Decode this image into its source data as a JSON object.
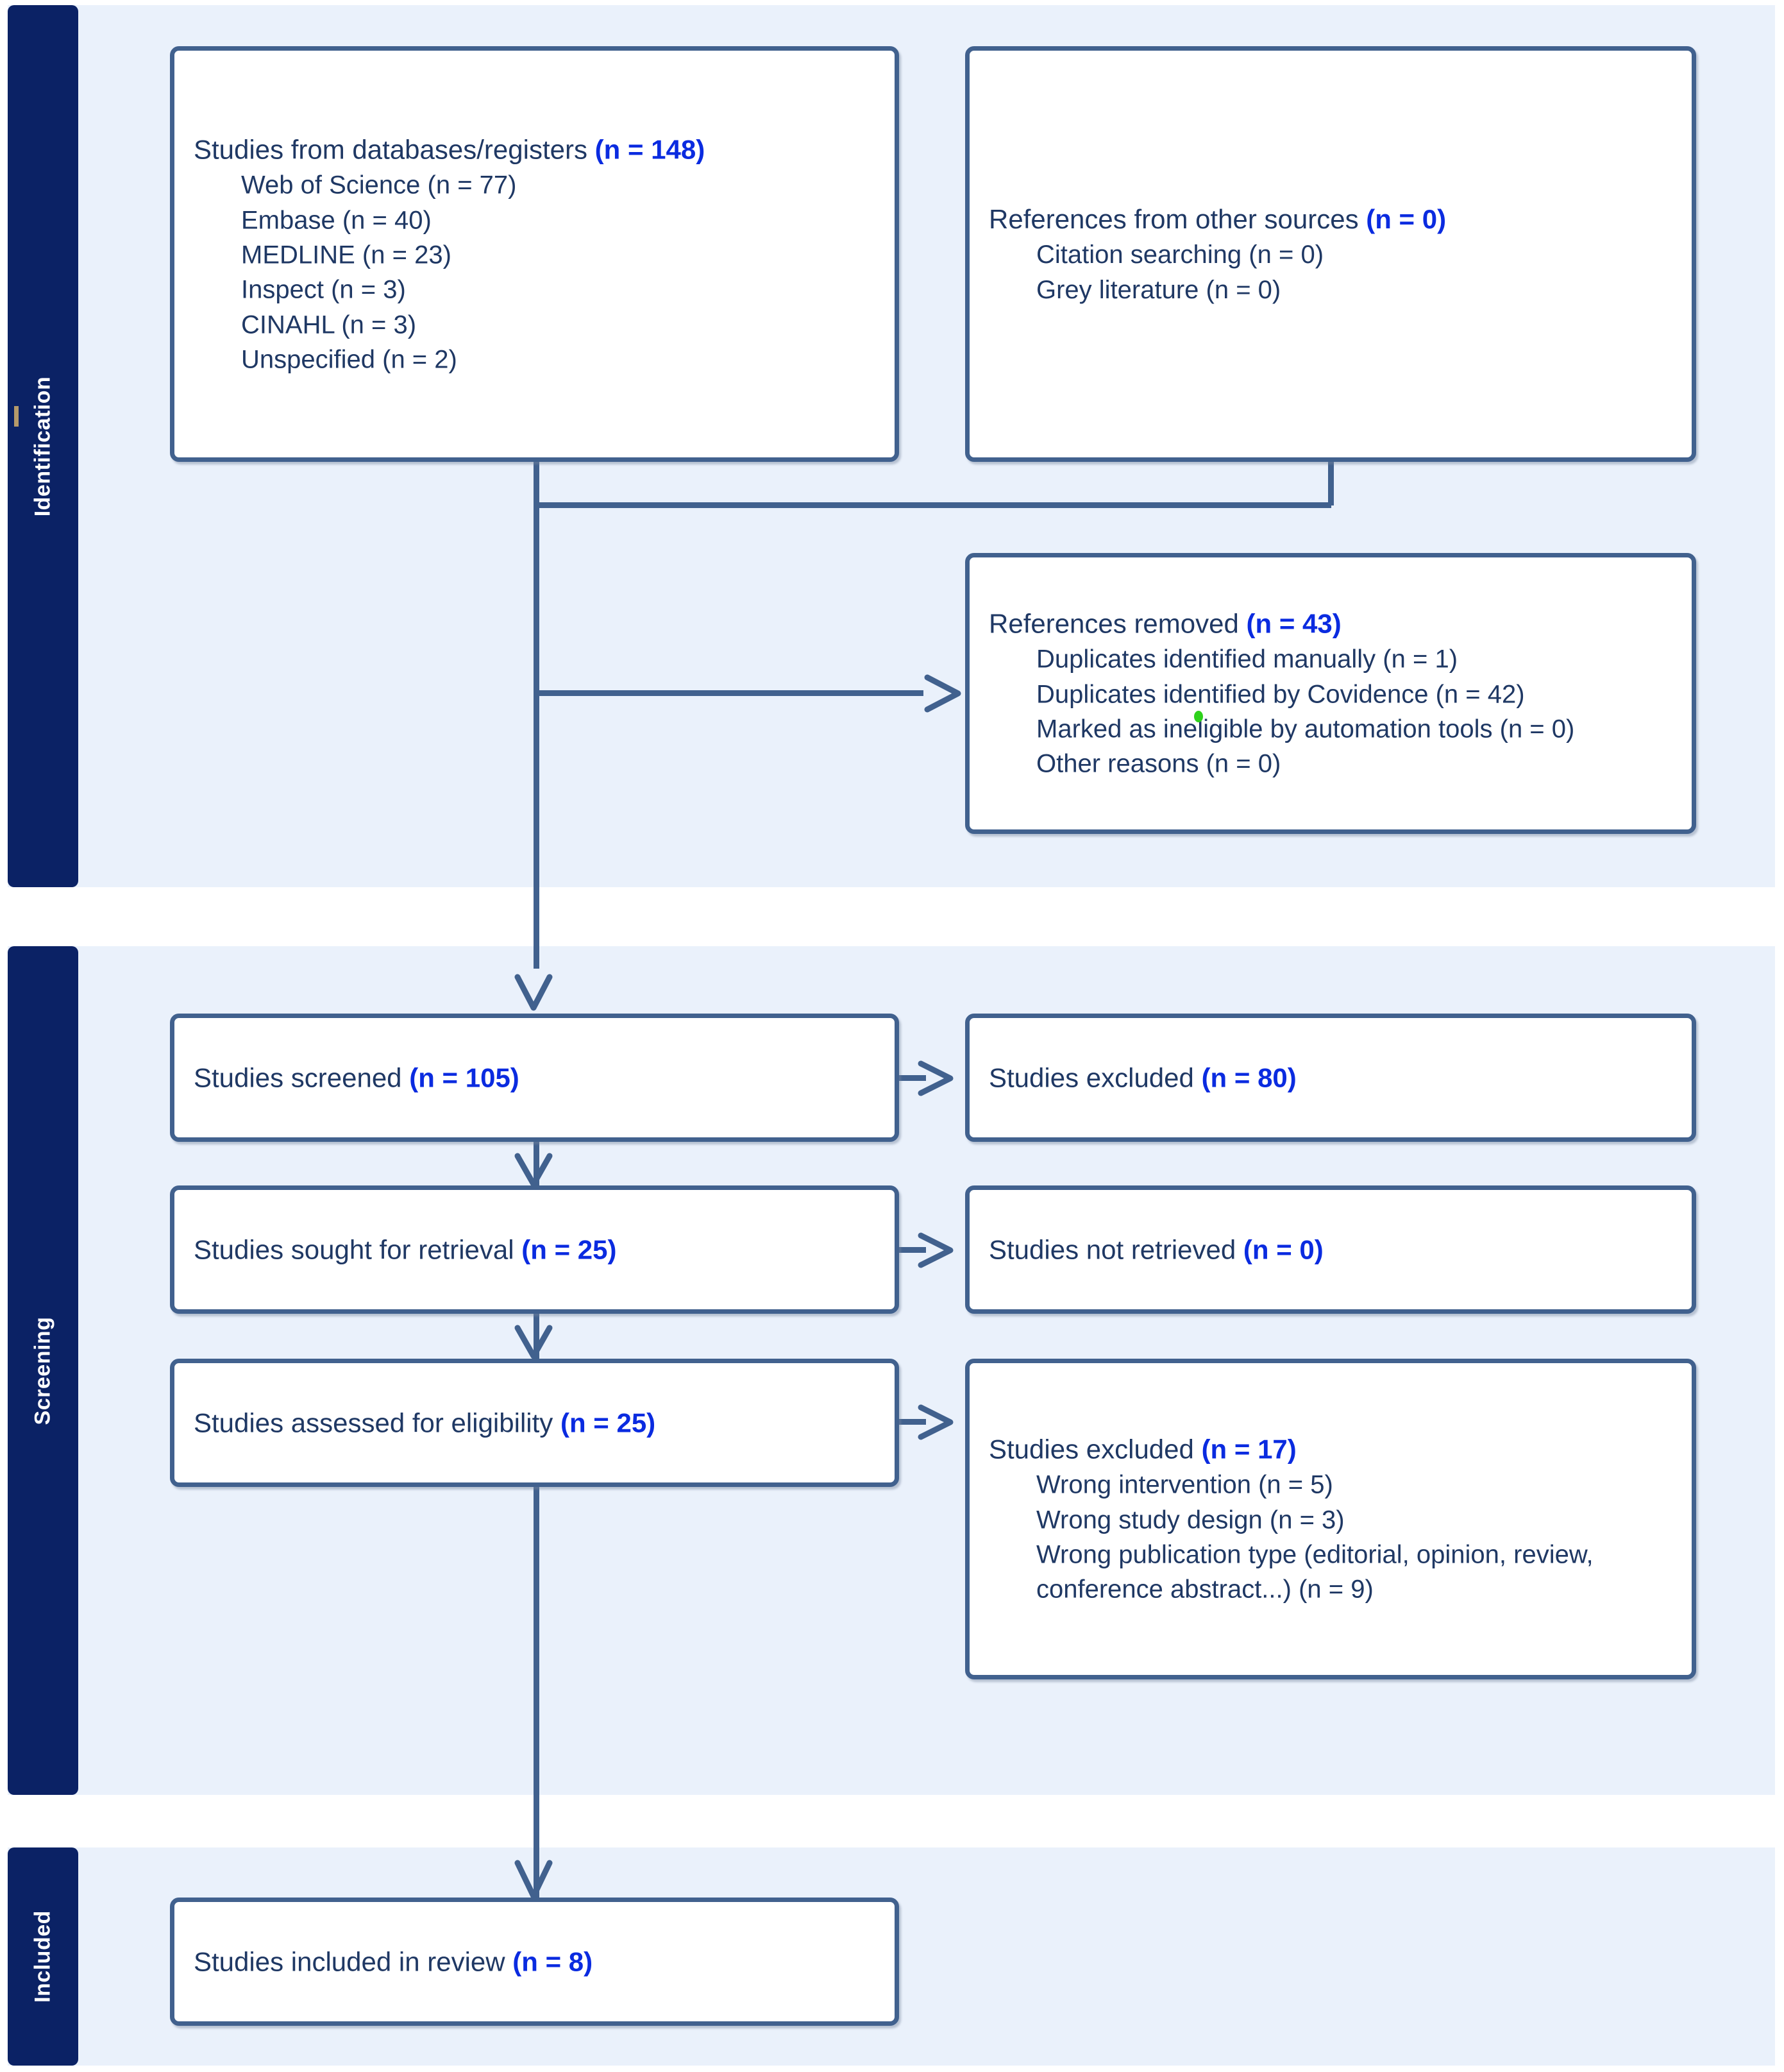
{
  "sections": [
    {
      "id": "identification",
      "label": "Identification"
    },
    {
      "id": "screening",
      "label": "Screening"
    },
    {
      "id": "included",
      "label": "Included"
    }
  ],
  "colors": {
    "band_navy": "#0B2265",
    "panel_bg": "#EAF1FB",
    "box_border": "#41618E",
    "text_navy": "#1F3864",
    "count_blue": "#0A2BE0",
    "artifact_green": "#2ED21B",
    "band_tick_tan": "#B59A6A"
  },
  "boxes": {
    "databases": {
      "heading_text": "Studies from databases/registers ",
      "heading_count": "(n = 148)",
      "items": [
        "Web of Science (n = 77)",
        "Embase (n = 40)",
        "MEDLINE (n = 23)",
        "Inspect (n = 3)",
        "CINAHL (n = 3)",
        "Unspecified (n = 2)"
      ]
    },
    "other_sources": {
      "heading_text": "References from other sources ",
      "heading_count": "(n = 0)",
      "items": [
        "Citation searching (n = 0)",
        "Grey literature (n = 0)"
      ]
    },
    "references_removed": {
      "heading_text": "References removed ",
      "heading_count": "(n = 43)",
      "items": [
        "Duplicates identified manually (n = 1)",
        "Duplicates identified by Covidence (n = 42)",
        "Marked as ineligible by automation tools (n = 0)",
        "Other reasons (n = 0)"
      ]
    },
    "studies_screened": {
      "heading_text": "Studies screened ",
      "heading_count": "(n = 105)"
    },
    "studies_excluded_screening": {
      "heading_text": "Studies excluded ",
      "heading_count": "(n = 80)"
    },
    "studies_sought": {
      "heading_text": "Studies sought for retrieval ",
      "heading_count": "(n = 25)"
    },
    "studies_not_retrieved": {
      "heading_text": "Studies not retrieved ",
      "heading_count": "(n = 0)"
    },
    "studies_assessed": {
      "heading_text": "Studies assessed for eligibility ",
      "heading_count": "(n = 25)"
    },
    "studies_excluded_eligibility": {
      "heading_text": "Studies excluded ",
      "heading_count": "(n = 17)",
      "items": [
        "Wrong intervention (n = 5)",
        "Wrong study design (n = 3)"
      ],
      "wrapped_item": "Wrong publication type (editorial, opinion, review, conference abstract...) (n = 9)"
    },
    "studies_included": {
      "heading_text": "Studies included in review ",
      "heading_count": "(n = 8)"
    }
  }
}
